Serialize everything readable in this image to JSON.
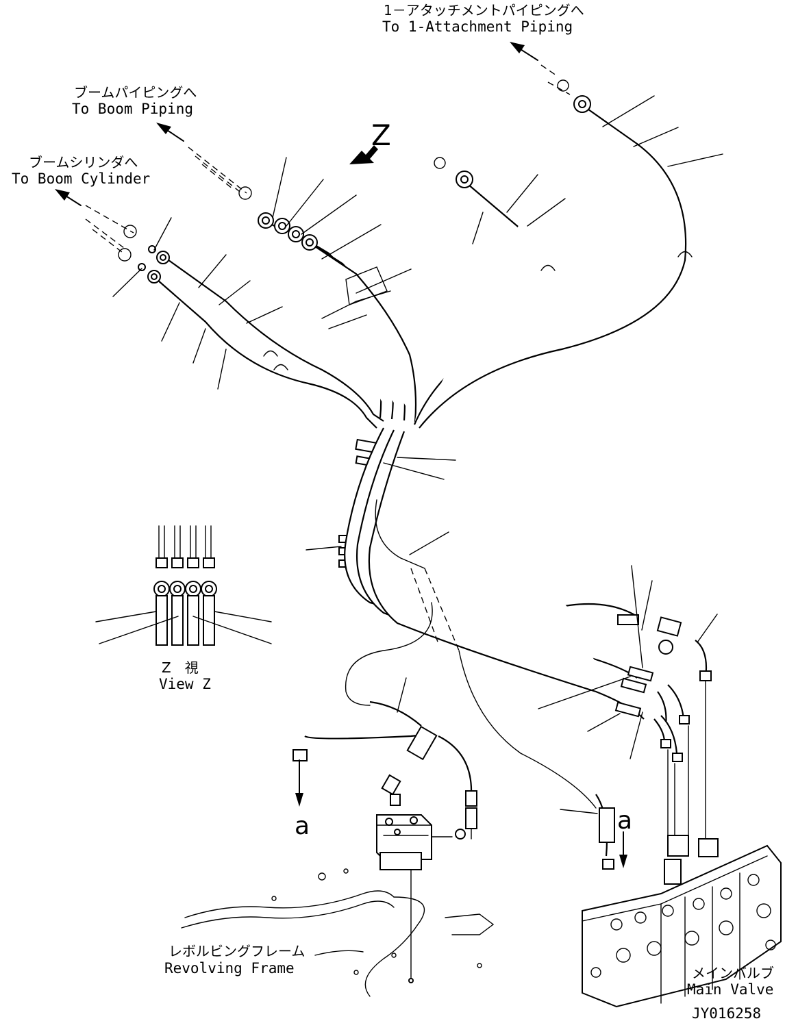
{
  "labels": {
    "attachment_jp": "1－アタッチメントパイピングへ",
    "attachment_en": "To 1-Attachment Piping",
    "boom_piping_jp": "ブームパイピングへ",
    "boom_piping_en": "To Boom Piping",
    "boom_cylinder_jp": "ブームシリンダへ",
    "boom_cylinder_en": "To Boom Cylinder",
    "view_marker": "Z",
    "view_z_jp": "Z　視",
    "view_z_en": "View Z",
    "connector_a_left": "a",
    "connector_a_right": "a",
    "revolving_frame_jp": "レボルビングフレーム",
    "revolving_frame_en": "Revolving Frame",
    "main_valve_jp": "メインバルブ",
    "main_valve_en": "Main Valve",
    "drawing_number": "JY016258"
  }
}
